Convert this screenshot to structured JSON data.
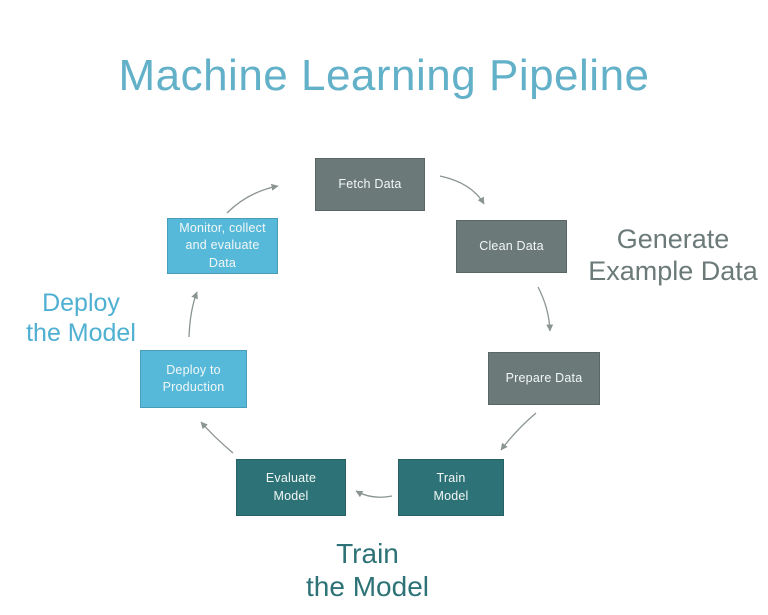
{
  "title": "Machine Learning Pipeline",
  "colors": {
    "background": "#ffffff",
    "box_gray": "#6b7a78",
    "box_teal": "#2d7276",
    "box_blue": "#57b9da",
    "box_text": "#f2f7f6",
    "title_text": "#62b1c9",
    "label_gray": "#6b7a78",
    "label_teal": "#2d7276",
    "label_blue": "#4fb0d2",
    "arrow": "#8a9492"
  },
  "steps": [
    {
      "id": "fetch-data",
      "label": "Fetch Data",
      "color_group": "gray"
    },
    {
      "id": "clean-data",
      "label": "Clean Data",
      "color_group": "gray"
    },
    {
      "id": "prepare-data",
      "label": "Prepare Data",
      "color_group": "gray"
    },
    {
      "id": "train-model",
      "label": "Train\nModel",
      "color_group": "teal"
    },
    {
      "id": "evaluate-model",
      "label": "Evaluate\nModel",
      "color_group": "teal"
    },
    {
      "id": "deploy-to-production",
      "label": "Deploy to\nProduction",
      "color_group": "blue"
    },
    {
      "id": "monitor-collect-evaluate",
      "label": "Monitor, collect\nand evaluate\nData",
      "color_group": "blue"
    }
  ],
  "stage_labels": [
    {
      "id": "generate-example-data",
      "text": "Generate\nExample Data",
      "color_group": "gray"
    },
    {
      "id": "deploy-the-model",
      "text": "Deploy\nthe Model",
      "color_group": "blue"
    },
    {
      "id": "train-the-model",
      "text": "Train\nthe Model",
      "color_group": "teal"
    }
  ],
  "flow": [
    {
      "from": "fetch-data",
      "to": "clean-data"
    },
    {
      "from": "clean-data",
      "to": "prepare-data"
    },
    {
      "from": "prepare-data",
      "to": "train-model"
    },
    {
      "from": "train-model",
      "to": "evaluate-model"
    },
    {
      "from": "evaluate-model",
      "to": "deploy-to-production"
    },
    {
      "from": "deploy-to-production",
      "to": "monitor-collect-evaluate"
    },
    {
      "from": "monitor-collect-evaluate",
      "to": "fetch-data"
    }
  ]
}
